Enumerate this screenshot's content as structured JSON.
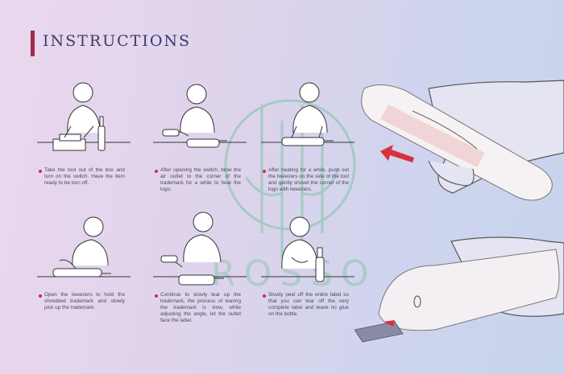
{
  "header": {
    "title": "INSTRUCTIONS"
  },
  "watermark": {
    "text": "ROSSO"
  },
  "steps": [
    {
      "text": "Take the tool out of the box and turn on the switch. Have the item ready to be torn off."
    },
    {
      "text": "After opening the switch, blow the air outlet to the corner of the trademark for a while to heat the logo."
    },
    {
      "text": "After heating for a while, push out the tweezers on the side of the tool and gently shovel the corner of the logo with tweezers."
    },
    {
      "text": "Open the tweezers to hold the shredded trademark and slowly pick up the trademark."
    },
    {
      "text": "Continue to slowly tear up the trademark, the process of tearing the trademark is slow, while adjusting the angle, let the outlet face the label."
    },
    {
      "text": "Slowly peel off the entire label so that you can tear off the very complete label and leave no glue on the bottle."
    }
  ],
  "colors": {
    "accent": "#a02c4a",
    "bullet": "#c0304e",
    "arrow": "#d83040",
    "title": "#3c3a6a",
    "watermark": "#7cc4a0"
  }
}
